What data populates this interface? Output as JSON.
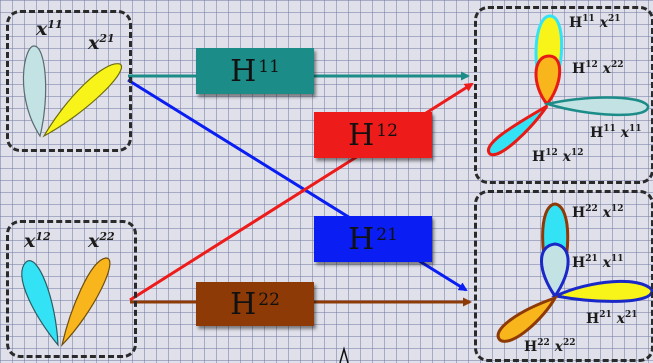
{
  "inputs": [
    {
      "x_base": "x",
      "x_sup": "11"
    },
    {
      "x_base": "x",
      "x_sup": "21"
    },
    {
      "x_base": "x",
      "x_sup": "12"
    },
    {
      "x_base": "x",
      "x_sup": "22"
    }
  ],
  "channels": [
    {
      "base": "H",
      "sup": "11"
    },
    {
      "base": "H",
      "sup": "12"
    },
    {
      "base": "H",
      "sup": "21"
    },
    {
      "base": "H",
      "sup": "22"
    }
  ],
  "outputs": {
    "top": [
      {
        "h": "H",
        "hs": "11",
        "x": "x",
        "xs": "21"
      },
      {
        "h": "H",
        "hs": "12",
        "x": "x",
        "xs": "22"
      },
      {
        "h": "H",
        "hs": "11",
        "x": "x",
        "xs": "11"
      },
      {
        "h": "H",
        "hs": "12",
        "x": "x",
        "xs": "12"
      }
    ],
    "bottom": [
      {
        "h": "H",
        "hs": "22",
        "x": "x",
        "xs": "12"
      },
      {
        "h": "H",
        "hs": "21",
        "x": "x",
        "xs": "11"
      },
      {
        "h": "H",
        "hs": "21",
        "x": "x",
        "xs": "21"
      },
      {
        "h": "H",
        "hs": "22",
        "x": "x",
        "xs": "22"
      }
    ]
  },
  "colors": {
    "h11": "#1b8c87",
    "h12": "#ee1b1b",
    "h21": "#0a1df2",
    "h22": "#8e3a07",
    "lobe_lightblue": "#c3e2e4",
    "lobe_yellow": "#f8f41a",
    "lobe_cyan": "#33e3f5",
    "lobe_orange": "#f8b51c",
    "outline_blue": "#1b28c8",
    "outline_red": "#e81a16"
  }
}
